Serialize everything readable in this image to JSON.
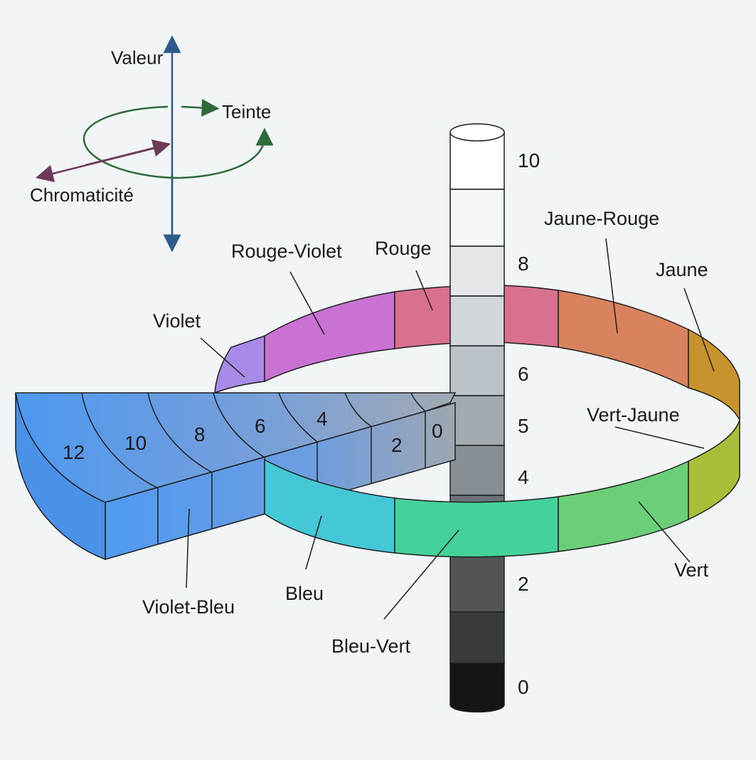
{
  "axes_legend": {
    "value": "Valeur",
    "hue": "Teinte",
    "chroma": "Chromaticité"
  },
  "hue_labels": {
    "red": "Rouge",
    "red_purple": "Rouge-Violet",
    "purple": "Violet",
    "yellow_red": "Jaune-Rouge",
    "yellow": "Jaune",
    "green_yellow": "Vert-Jaune",
    "green": "Vert",
    "blue_green": "Bleu-Vert",
    "blue": "Bleu",
    "purple_blue": "Violet-Bleu"
  },
  "value_scale": [
    "0",
    "2",
    "4",
    "5",
    "6",
    "8",
    "10"
  ],
  "chroma_scale": [
    "0",
    "2",
    "4",
    "6",
    "8",
    "10",
    "12"
  ],
  "colors": {
    "red": "#d8708e",
    "red_purple": "#c972d4",
    "purple": "#a88ae8",
    "yellow_red": "#d9825e",
    "yellow": "#c8932f",
    "green_yellow": "#a9bf3a",
    "green": "#6bcf78",
    "blue_green": "#45d19c",
    "blue": "#45c8d6",
    "purple_blue": "#4f9af2",
    "value_axis": "#2d5c8c",
    "hue_arrow": "#2f6a3a",
    "chroma_arrow": "#6e3a5a"
  }
}
